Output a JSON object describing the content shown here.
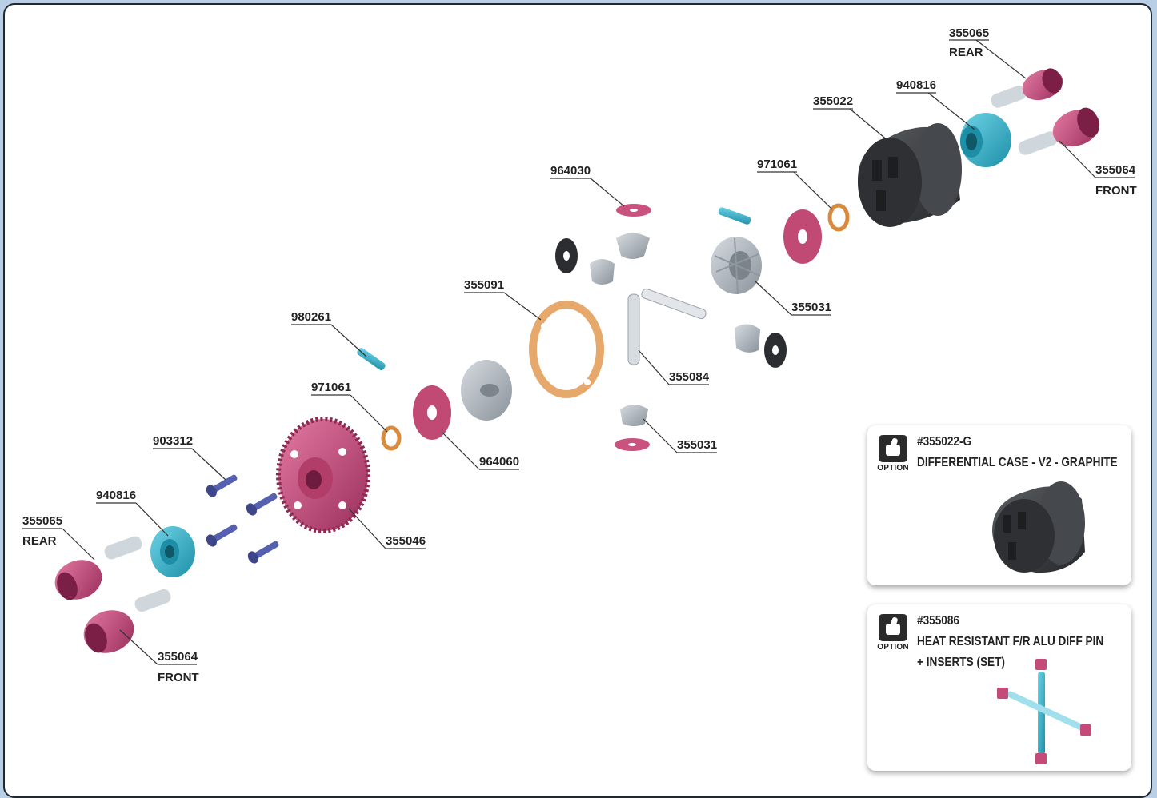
{
  "parts": {
    "p355065_top": {
      "num": "355065",
      "sub": "REAR"
    },
    "p940816_top": {
      "num": "940816"
    },
    "p355022": {
      "num": "355022"
    },
    "p355064_top": {
      "num": "355064",
      "sub": "FRONT"
    },
    "p971061_top": {
      "num": "971061"
    },
    "p964030": {
      "num": "964030"
    },
    "p355091": {
      "num": "355091"
    },
    "p355031_top": {
      "num": "355031"
    },
    "p980261": {
      "num": "980261"
    },
    "p355084": {
      "num": "355084"
    },
    "p971061_bot": {
      "num": "971061"
    },
    "p964060": {
      "num": "964060"
    },
    "p355031_bot": {
      "num": "355031"
    },
    "p903312": {
      "num": "903312"
    },
    "p940816_bot": {
      "num": "940816"
    },
    "p355046": {
      "num": "355046"
    },
    "p355065_bot": {
      "num": "355065",
      "sub": "REAR"
    },
    "p355064_bot": {
      "num": "355064",
      "sub": "FRONT"
    }
  },
  "options": [
    {
      "badge": "OPTION",
      "line1": "#355022-G",
      "line2": "DIFFERENTIAL CASE - V2 - GRAPHITE",
      "line3": ""
    },
    {
      "badge": "OPTION",
      "line1": "#355086",
      "line2": "HEAT RESISTANT F/R ALU DIFF PIN",
      "line3": "+ INSERTS (SET)"
    }
  ],
  "colors": {
    "frame_bg": "#b9cfe6",
    "pink_part": "#c44a7a",
    "cyan_part": "#35b6cf",
    "orange_ring": "#d98a3c",
    "gasket": "#e6a86b",
    "graphite": "#3b3d40",
    "blue_screw": "#5660b0",
    "silver_gear": "#a9b0b8"
  }
}
